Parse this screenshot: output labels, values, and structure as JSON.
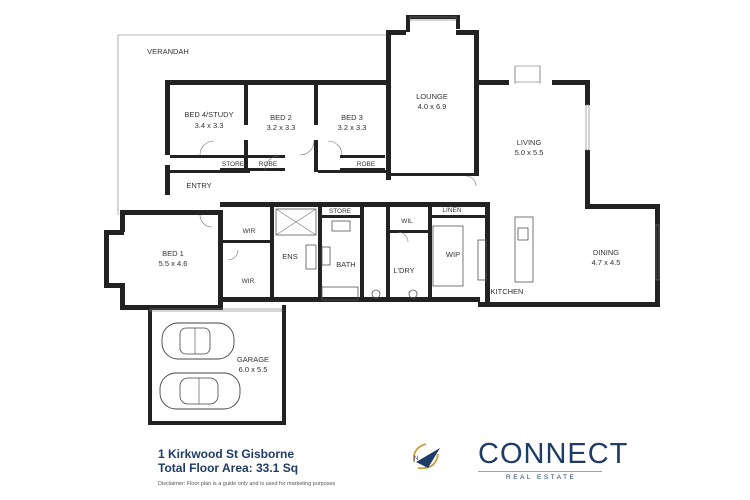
{
  "rooms": {
    "verandah": "VERANDAH",
    "bed4": {
      "name": "BED 4/STUDY",
      "size": "3.4 x 3.3"
    },
    "bed2": {
      "name": "BED 2",
      "size": "3.2 x 3.3"
    },
    "bed3": {
      "name": "BED 3",
      "size": "3.2 x 3.3"
    },
    "lounge": {
      "name": "LOUNGE",
      "size": "4.0 x 6.9"
    },
    "living": {
      "name": "LIVING",
      "size": "5.0 x 5.5"
    },
    "dining": {
      "name": "DINING",
      "size": "4.7 x 4.5"
    },
    "bed1": {
      "name": "BED 1",
      "size": "5.5 x 4.6"
    },
    "garage": {
      "name": "GARAGE",
      "size": "6.0 x 5.5"
    },
    "store1": "STORE",
    "robe1": "ROBE",
    "robe2": "ROBE",
    "entry": "ENTRY",
    "store2": "STORE",
    "wil": "WIL",
    "linen": "LINEN",
    "wir1": "WIR",
    "wir2": "WIR",
    "ens": "ENS",
    "bath": "BATH",
    "ldry": "L'DRY",
    "wip": "WIP",
    "kitchen": "KITCHEN"
  },
  "footer": {
    "address": "1 Kirkwood St Gisborne",
    "area": "Total Floor Area: 33.1 Sq",
    "disclaimer": "Disclaimer:  Floor plan is a guide only and is used for marketing purposes",
    "brand": "CONNECT",
    "brand_sub": "REAL ESTATE",
    "compass_letter": "N"
  },
  "colors": {
    "brand": "#1f3b66",
    "accent": "#c9a13f",
    "wall": "#222222"
  }
}
